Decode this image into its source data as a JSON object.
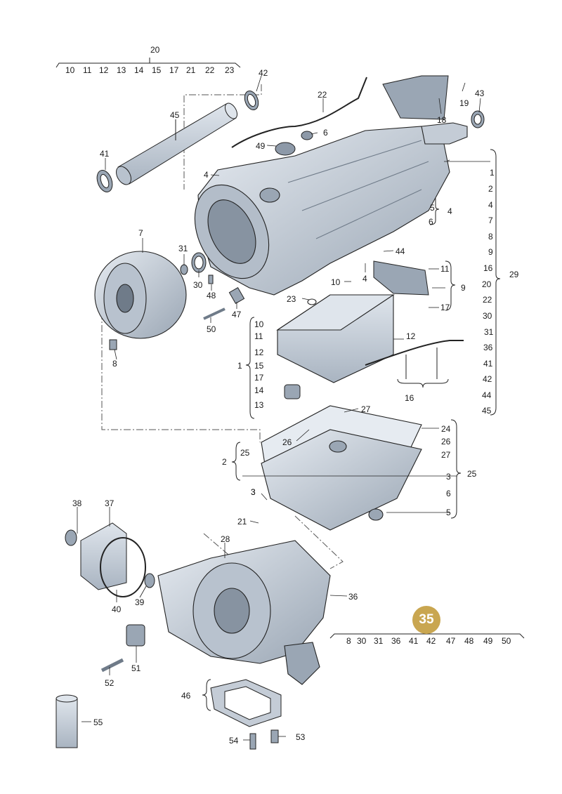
{
  "badge_number": "35",
  "colors": {
    "badge": "#c9a650",
    "part_fill": "#cfd6e0",
    "part_shade": "#8d99a8",
    "line": "#222222"
  },
  "top_group": {
    "title": "20",
    "items": [
      "10",
      "11",
      "12",
      "13",
      "14",
      "15",
      "17",
      "21",
      "22",
      "23"
    ]
  },
  "bottom_group": {
    "items": [
      "8",
      "30",
      "31",
      "36",
      "41",
      "42",
      "47",
      "48",
      "49",
      "50"
    ]
  },
  "right_list_29": {
    "title": "29",
    "items": [
      "1",
      "2",
      "4",
      "7",
      "8",
      "9",
      "16",
      "20",
      "22",
      "30",
      "31",
      "36",
      "41",
      "42",
      "44",
      "45"
    ]
  },
  "valve_body_list": {
    "title": "1",
    "items": [
      "10",
      "11",
      "12",
      "15",
      "17",
      "14",
      "13"
    ]
  },
  "oil_pan_list_25": {
    "title": "25",
    "items": [
      "24",
      "26",
      "27",
      "3",
      "6",
      "5"
    ]
  },
  "left_list_2": {
    "title": "2",
    "items": [
      "25",
      "3"
    ]
  },
  "small_list_4": {
    "title": "4",
    "items": [
      "5",
      "6"
    ]
  },
  "small_list_9": {
    "title": "9",
    "items": [
      "11",
      "17"
    ]
  },
  "small_list_16": {
    "title": "16",
    "items": [
      "12"
    ]
  },
  "small_list_46": {
    "title": "46"
  },
  "callouts": {
    "c42_top": "42",
    "c45": "45",
    "c41": "41",
    "c22": "22",
    "c6": "6",
    "c49": "49",
    "c4_a": "4",
    "c19": "19",
    "c18": "18",
    "c43": "43",
    "c7": "7",
    "c31": "31",
    "c30": "30",
    "c48": "48",
    "c47": "47",
    "c50": "50",
    "c8": "8",
    "c44": "44",
    "c4_b": "4",
    "c10": "10",
    "c23": "23",
    "c27": "27",
    "c26": "26",
    "c3": "3",
    "c38": "38",
    "c37": "37",
    "c21": "21",
    "c28": "28",
    "c36": "36",
    "c40": "40",
    "c39": "39",
    "c51": "51",
    "c52": "52",
    "c55": "55",
    "c54": "54",
    "c53": "53"
  }
}
